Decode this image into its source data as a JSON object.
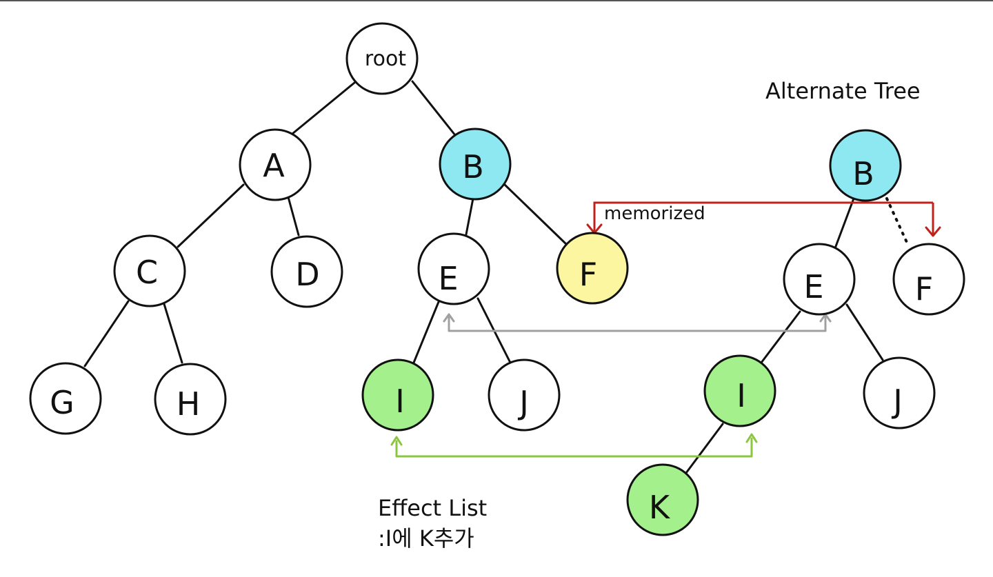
{
  "colors": {
    "ink": "#111111",
    "changed_node": "#8ee8f2",
    "memoized_node": "#fdf6a0",
    "effect_node": "#a4f08c",
    "memoized_arrow": "#c0221b",
    "alternate_arrow": "#a0a0a0",
    "effect_arrow": "#8cc63f"
  },
  "current_tree": {
    "root": "root",
    "a": "A",
    "b": "B",
    "c": "C",
    "d": "D",
    "e": "E",
    "f": "F",
    "g": "G",
    "h": "H",
    "i": "I",
    "j": "J"
  },
  "alternate_tree": {
    "title": "Alternate Tree",
    "b": "B",
    "e": "E",
    "f": "F",
    "i": "I",
    "j": "J",
    "k": "K"
  },
  "annotations": {
    "memoized_label": "memorized",
    "effect_list_title": "Effect List",
    "effect_list_detail": ":I에 K추가"
  }
}
